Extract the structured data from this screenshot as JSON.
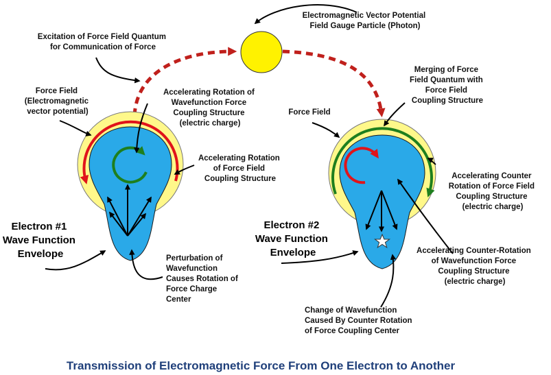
{
  "title": "Transmission of Electromagnetic Force From One Electron to Another",
  "colors": {
    "title": "#1f3f7a",
    "force_field": "#fff88a",
    "envelope": "#2aa9e8",
    "photon": "#fff200",
    "red_arc": "#e0141b",
    "green_arc": "#1e7f1e",
    "dashed_path": "#c0201c"
  },
  "labels": {
    "photon": [
      "Electromagnetic Vector Potential",
      "Field Gauge Particle (Photon)"
    ],
    "excitation": [
      "Excitation of Force Field Quantum",
      "for Communication of Force"
    ],
    "merging": [
      "Merging of Force",
      "Field Quantum with",
      "Force Field",
      "Coupling Structure"
    ],
    "force_field_left": [
      "Force Field",
      "(Electromagnetic",
      "vector potential)"
    ],
    "accel_wavefunction_left": [
      "Accelerating Rotation of",
      "Wavefunction Force",
      "Coupling Structure",
      "(electric charge)"
    ],
    "accel_field_left": [
      "Accelerating Rotation",
      "of Force Field",
      "Coupling Structure"
    ],
    "electron1": [
      "Electron #1",
      "Wave Function",
      "Envelope"
    ],
    "perturbation": [
      "Perturbation of",
      "Wavefunction",
      "Causes Rotation of",
      "Force Charge",
      "Center"
    ],
    "force_field_right": [
      "Force Field"
    ],
    "accel_counter": [
      "Accelerating Counter",
      "Rotation of Force Field",
      "Coupling Structure",
      "(electric charge)"
    ],
    "electron2": [
      "Electron #2",
      "Wave Function",
      "Envelope"
    ],
    "accel_counter_wavefunction": [
      "Accelerating Counter-Rotation",
      "of Wavefunction Force",
      "Coupling Structure",
      "(electric charge)"
    ],
    "change": [
      "Change of Wavefunction",
      "Caused By Counter Rotation",
      "of Force Coupling Center"
    ]
  }
}
